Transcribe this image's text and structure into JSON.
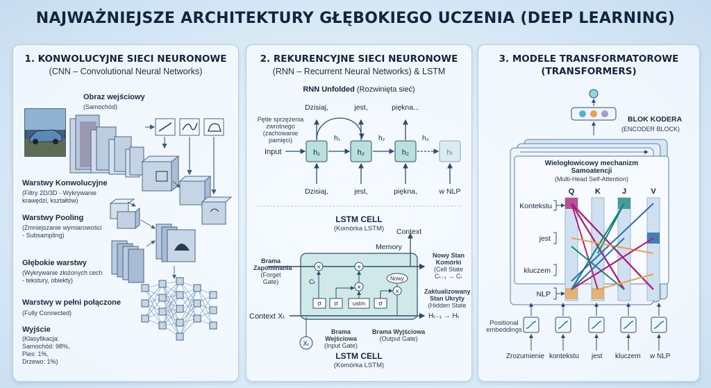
{
  "title": "NAJWAŻNIEJSZE ARCHITEKTURY GŁĘBOKIEGO UCZENIA (DEEP LEARNING)",
  "cnn": {
    "heading": "1. KONWOLUCYJNE SIECI NEURONOWE",
    "subheading": "(CNN – Convolutional Neural Networks)",
    "input_title": "Obraz wejściowy",
    "input_sub": "(Samochód)",
    "conv_title": "Warstwy Konwolucyjne",
    "conv_sub1": "(Filtry 2D/3D - Wykrywanie",
    "conv_sub2": "krawędzi, kształtów)",
    "pool_title": "Warstwy Pooling",
    "pool_sub1": "(Zmniejszanie wymiarowości",
    "pool_sub2": "- Subsampling)",
    "deep_title": "Głębokie warstwy",
    "deep_sub1": "(Wykrywanie złożonych cech",
    "deep_sub2": "- tekstury, obiekty)",
    "fc_title": "Warstwy w pełni połączone",
    "fc_sub": "(Fully Connected)",
    "out_title": "Wyjście",
    "out_l1": "(Klasyfikacja:",
    "out_l2": "Samochód: 98%,",
    "out_l3": "Pies: 1%,",
    "out_l4": "Drzewo: 1%)"
  },
  "rnn": {
    "heading": "2. REKURENCYJNE SIECI NEURONOWE",
    "subheading": "(RNN – Recurrent Neural Networks) & LSTM",
    "unfold_bold": "RNN Unfolded",
    "unfold_rest": " (Rozwinięta sieć)",
    "loop1": "Pętle sprzężenia",
    "loop2": "zwrotnego",
    "loop3": "(zachowanie pamięci)",
    "input": "Input",
    "outs": [
      "Dzisiaj,",
      "jest,",
      "piękna..."
    ],
    "ins": [
      "Dzisiaj,",
      "jest,",
      "piękna,",
      "w NLP"
    ],
    "cells": [
      "h₁",
      "h₂",
      "h₂",
      "hₜ"
    ],
    "links": [
      "h₁",
      "h₂",
      "h₃"
    ],
    "lstm_title": "LSTM CELL",
    "lstm_sub": "(Komórka LSTM)",
    "context": "Context",
    "memory": "Memory",
    "forget1": "Brama",
    "forget2": "Zapominania",
    "forget3": "(Forget Gate)",
    "new_state1": "Nowy Stan",
    "new_state2": "Komórki",
    "new_state3": "(Cell State",
    "new_state4": "Cₜ₋₁ → Cₜ",
    "updated1": "Zaktualizowany",
    "updated2": "Stan Ukryty",
    "updated3": "(Hidden State",
    "updated4": "Hₜ₋₁ → Hₜ",
    "ct": "Cₜ",
    "nowy": "Nowy",
    "gates": [
      "σ",
      "σ",
      "ustm",
      "σ"
    ],
    "context_x": "Context Xₜ",
    "xt": "Xₜ",
    "input_gate1": "Brama Wejściowa",
    "input_gate2": "(Input Gate)",
    "output_gate1": "Brama Wyjściowa",
    "output_gate2": "(Output Gate)",
    "times": "×",
    "plus": "+"
  },
  "transformer": {
    "heading1": "3. MODELE TRANSFORMATOROWE",
    "heading2": "(TRANSFORMERS)",
    "encoder1": "BLOK KODERA",
    "encoder2": "(ENCODER BLOCK)",
    "mha1": "Wielogłowicowy mechanizm",
    "mha2": "Samoatencji",
    "mha3": "(Multi-Head Self-Attention)",
    "qkjv": [
      "Q",
      "K",
      "J",
      "V"
    ],
    "rows": [
      "Kontekstu",
      "jest",
      "kluczem",
      "NLP"
    ],
    "positional1": "Positional",
    "positional2": "embeddings",
    "tokens": [
      "Zrozumienie",
      "kontekstu",
      "jest",
      "kluczem",
      "w NLP"
    ],
    "colors": {
      "magenta": "#b0207a",
      "teal": "#17857a",
      "orange": "#e9a24a",
      "blue": "#2b6cb0"
    }
  }
}
